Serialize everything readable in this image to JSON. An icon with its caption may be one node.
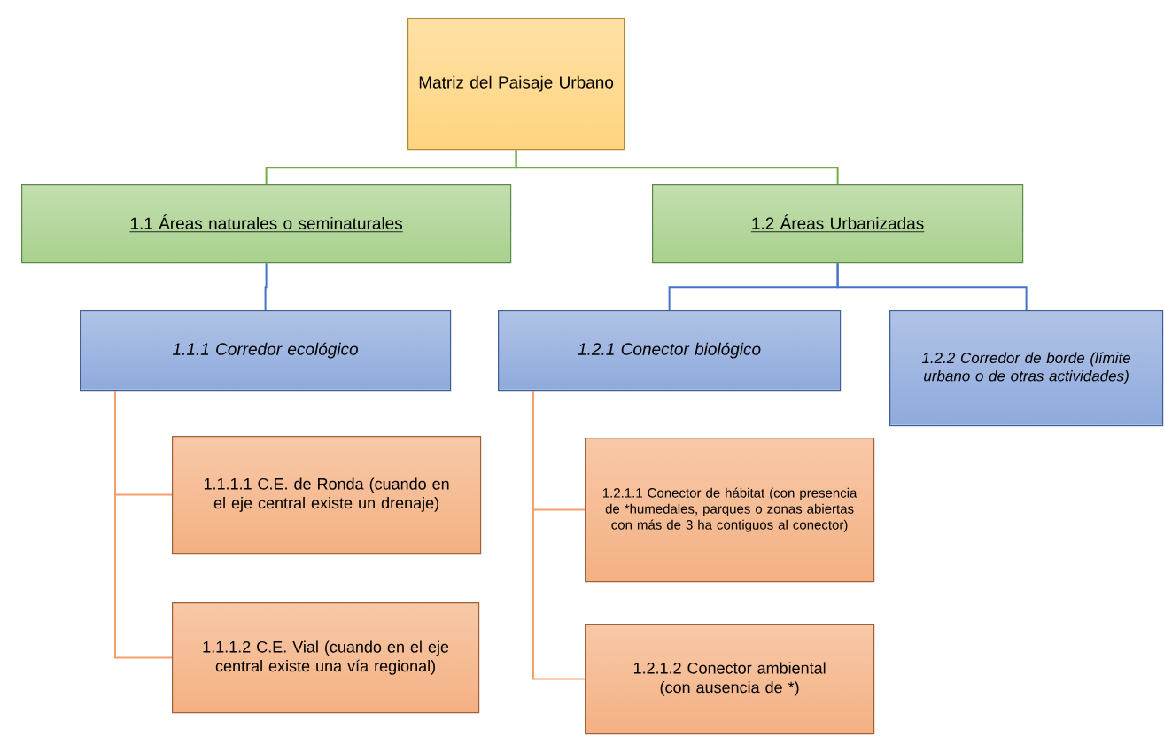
{
  "diagram": {
    "nodes": [
      {
        "text": [
          "Matriz del Paisaje Urbano"
        ]
      },
      {
        "text": [
          "1.1 Áreas naturales o seminaturales"
        ]
      },
      {
        "text": [
          "1.2 Áreas Urbanizadas"
        ]
      },
      {
        "text": [
          "1.1.1 Corredor ecológico"
        ]
      },
      {
        "text": [
          "1.2.1 Conector biológico"
        ]
      },
      {
        "text": [
          "1.2.2 Corredor de borde (límite urbano o de otras actividades)"
        ]
      },
      {
        "text": [
          "1.1.1.1 C.E. de Ronda (cuando en el eje central existe un drenaje)"
        ]
      },
      {
        "text": [
          "1.1.1.2 C.E. Vial (cuando en el eje central existe una vía regional)"
        ]
      },
      {
        "text": [
          "1.2.1.1 Conector de hábitat (con presencia de *humedales, parques o zonas abiertas con más de 3 ha contiguos al conector)"
        ]
      },
      {
        "text": [
          "1.2.1.2 Conector ambiental (con ausencia de *)"
        ]
      }
    ],
    "edges": [
      {
        "from": 0,
        "to": 1,
        "arrow": "none",
        "color": "#70ad47"
      },
      {
        "from": 0,
        "to": 2,
        "arrow": "none",
        "color": "#70ad47"
      },
      {
        "from": 1,
        "to": 3,
        "arrow": "none",
        "color": "#4472c4"
      },
      {
        "from": 2,
        "to": 4,
        "arrow": "none",
        "color": "#4472c4"
      },
      {
        "from": 2,
        "to": 5,
        "arrow": "none",
        "color": "#4472c4"
      },
      {
        "from": 3,
        "to": 6,
        "arrow": "none",
        "color": "#f4a06a"
      },
      {
        "from": 3,
        "to": 7,
        "arrow": "none",
        "color": "#f4a06a"
      },
      {
        "from": 4,
        "to": 8,
        "arrow": "none",
        "color": "#f4a06a"
      },
      {
        "from": 4,
        "to": 9,
        "arrow": "none",
        "color": "#f4a06a"
      }
    ]
  }
}
